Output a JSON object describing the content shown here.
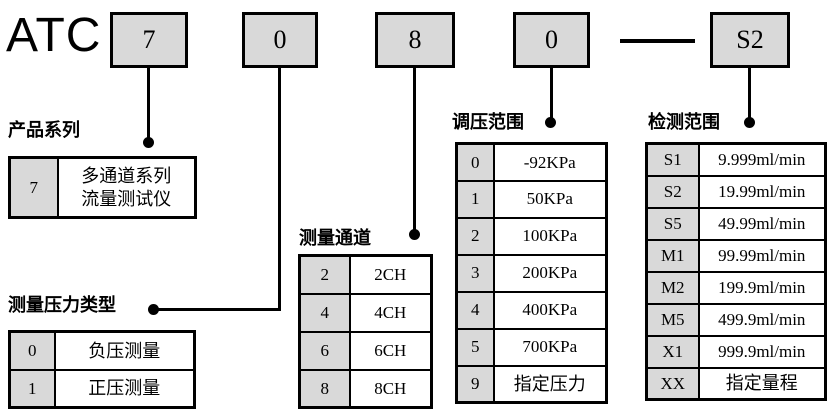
{
  "model": {
    "prefix": "ATC",
    "segments": [
      "7",
      "0",
      "8",
      "0",
      "S2"
    ],
    "separator": "—"
  },
  "colors": {
    "box_fill": "#d9d9d9",
    "border": "#000000",
    "background": "#ffffff"
  },
  "sections": {
    "product_series": {
      "title": "产品系列",
      "rows": [
        {
          "code": "7",
          "label": "多通道系列\n流量测试仪"
        }
      ]
    },
    "pressure_type": {
      "title": "测量压力类型",
      "rows": [
        {
          "code": "0",
          "label": "负压测量"
        },
        {
          "code": "1",
          "label": "正压测量"
        }
      ]
    },
    "channels": {
      "title": "测量通道",
      "rows": [
        {
          "code": "2",
          "label": "2CH"
        },
        {
          "code": "4",
          "label": "4CH"
        },
        {
          "code": "6",
          "label": "6CH"
        },
        {
          "code": "8",
          "label": "8CH"
        }
      ]
    },
    "pressure_range": {
      "title": "调压范围",
      "rows": [
        {
          "code": "0",
          "label": "-92KPa"
        },
        {
          "code": "1",
          "label": "50KPa"
        },
        {
          "code": "2",
          "label": "100KPa"
        },
        {
          "code": "3",
          "label": "200KPa"
        },
        {
          "code": "4",
          "label": "400KPa"
        },
        {
          "code": "5",
          "label": "700KPa"
        },
        {
          "code": "9",
          "label": "指定压力"
        }
      ]
    },
    "detection_range": {
      "title": "检测范围",
      "rows": [
        {
          "code": "S1",
          "label": "9.999ml/min"
        },
        {
          "code": "S2",
          "label": "19.99ml/min"
        },
        {
          "code": "S5",
          "label": "49.99ml/min"
        },
        {
          "code": "M1",
          "label": "99.99ml/min"
        },
        {
          "code": "M2",
          "label": "199.9ml/min"
        },
        {
          "code": "M5",
          "label": "499.9ml/min"
        },
        {
          "code": "X1",
          "label": "999.9ml/min"
        },
        {
          "code": "XX",
          "label": "指定量程"
        }
      ]
    }
  }
}
